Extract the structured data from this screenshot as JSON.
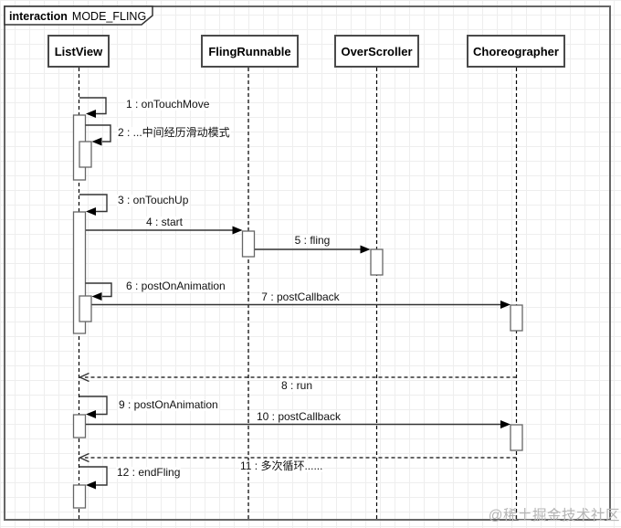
{
  "frame": {
    "keyword": "interaction",
    "name": "MODE_FLING"
  },
  "lifelines": [
    {
      "label": "ListView"
    },
    {
      "label": "FlingRunnable"
    },
    {
      "label": "OverScroller"
    },
    {
      "label": "Choreographer"
    }
  ],
  "messages": [
    {
      "label": "1 : onTouchMove",
      "type": "self",
      "from": "ListView",
      "to": "ListView"
    },
    {
      "label": "2 : ...中间经历滑动模式",
      "type": "self",
      "from": "ListView",
      "to": "ListView"
    },
    {
      "label": "3 : onTouchUp",
      "type": "self",
      "from": "ListView",
      "to": "ListView"
    },
    {
      "label": "4 : start",
      "type": "sync",
      "from": "ListView",
      "to": "FlingRunnable"
    },
    {
      "label": "5 : fling",
      "type": "sync",
      "from": "FlingRunnable",
      "to": "OverScroller"
    },
    {
      "label": "6 : postOnAnimation",
      "type": "self",
      "from": "ListView",
      "to": "ListView"
    },
    {
      "label": "7 : postCallback",
      "type": "sync",
      "from": "ListView",
      "to": "Choreographer"
    },
    {
      "label": "8 : run",
      "type": "return",
      "from": "Choreographer",
      "to": "ListView"
    },
    {
      "label": "9 : postOnAnimation",
      "type": "self",
      "from": "ListView",
      "to": "ListView"
    },
    {
      "label": "10 : postCallback",
      "type": "sync",
      "from": "ListView",
      "to": "Choreographer"
    },
    {
      "label": "11 : 多次循环......",
      "type": "return",
      "from": "Choreographer",
      "to": "ListView"
    },
    {
      "label": "12 : endFling",
      "type": "self",
      "from": "ListView",
      "to": "ListView"
    }
  ],
  "watermark": "@稀土掘金技术社区",
  "colors": {
    "frame_border": "#666666",
    "box_border": "#4a4a4a",
    "arrow": "#333333",
    "lifeline": "#000000",
    "activation_border": "#666666",
    "watermark": "#b5b5b5",
    "grid": "#eeeeee"
  }
}
